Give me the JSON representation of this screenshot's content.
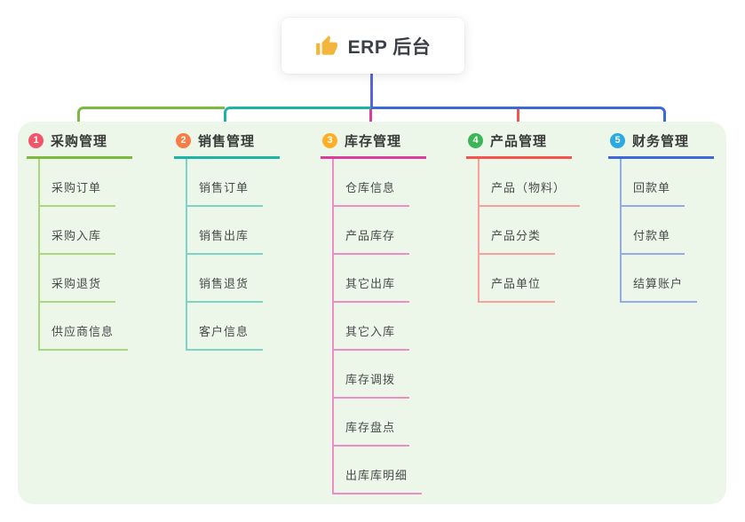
{
  "root": {
    "label": "ERP 后台",
    "icon": "thumbs-up-icon",
    "icon_color": "#F2B63C",
    "connector_color": "#5865D6",
    "card_bg": "#ffffff"
  },
  "panel": {
    "bg": "#ECF7E9"
  },
  "branches": [
    {
      "badge": "1",
      "title": "采购管理",
      "colors": {
        "badge": "#F1556C",
        "line": "#7CB93E",
        "light": "#A9D77E"
      },
      "children": [
        "采购订单",
        "采购入库",
        "采购退货",
        "供应商信息"
      ]
    },
    {
      "badge": "2",
      "title": "销售管理",
      "colors": {
        "badge": "#F97B45",
        "line": "#1CB5A3",
        "light": "#7DD4C6"
      },
      "children": [
        "销售订单",
        "销售出库",
        "销售退货",
        "客户信息"
      ]
    },
    {
      "badge": "3",
      "title": "库存管理",
      "colors": {
        "badge": "#FFAE27",
        "line": "#DC3C9B",
        "light": "#EE8EC6"
      },
      "children": [
        "仓库信息",
        "产品库存",
        "其它出库",
        "其它入库",
        "库存调拨",
        "库存盘点",
        "出库库明细"
      ]
    },
    {
      "badge": "4",
      "title": "产品管理",
      "colors": {
        "badge": "#3BB558",
        "line": "#F4564E",
        "light": "#F9A09A"
      },
      "children": [
        "产品（物料）",
        "产品分类",
        "产品单位"
      ]
    },
    {
      "badge": "5",
      "title": "财务管理",
      "colors": {
        "badge": "#2BA9E1",
        "line": "#3D68D8",
        "light": "#94ABE8"
      },
      "children": [
        "回款单",
        "付款单",
        "结算账户"
      ]
    }
  ]
}
